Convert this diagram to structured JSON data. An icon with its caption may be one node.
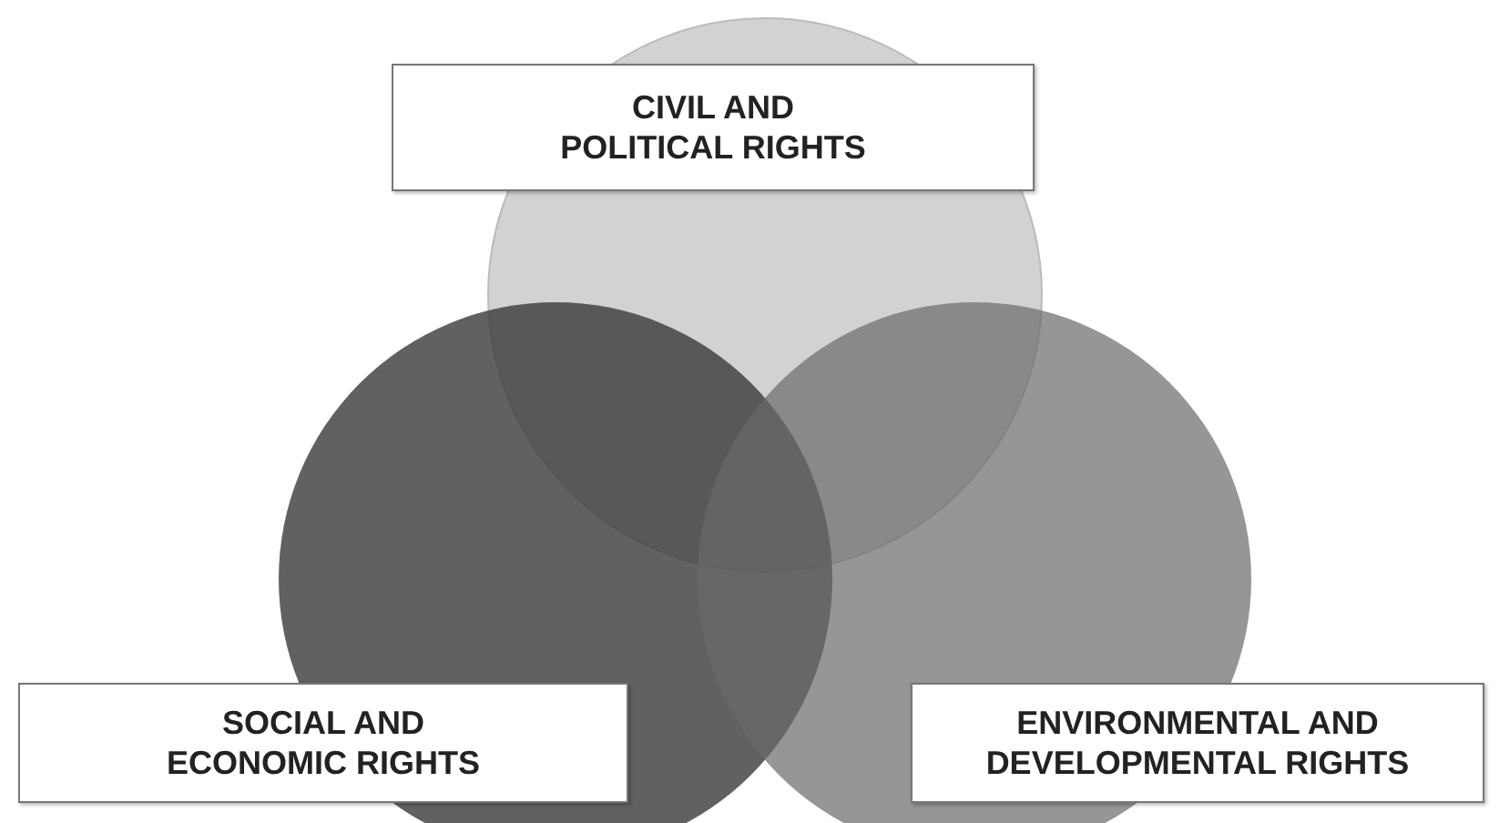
{
  "diagram": {
    "nodes": [
      {
        "text": [
          "CIVIL AND POLITICAL RIGHTS"
        ]
      },
      {
        "text": [
          "SOCIAL AND ECONOMIC RIGHTS"
        ]
      },
      {
        "text": [
          "ENVIRONMENTAL AND DEVELOPMENTAL RIGHTS"
        ]
      }
    ],
    "edges": []
  }
}
